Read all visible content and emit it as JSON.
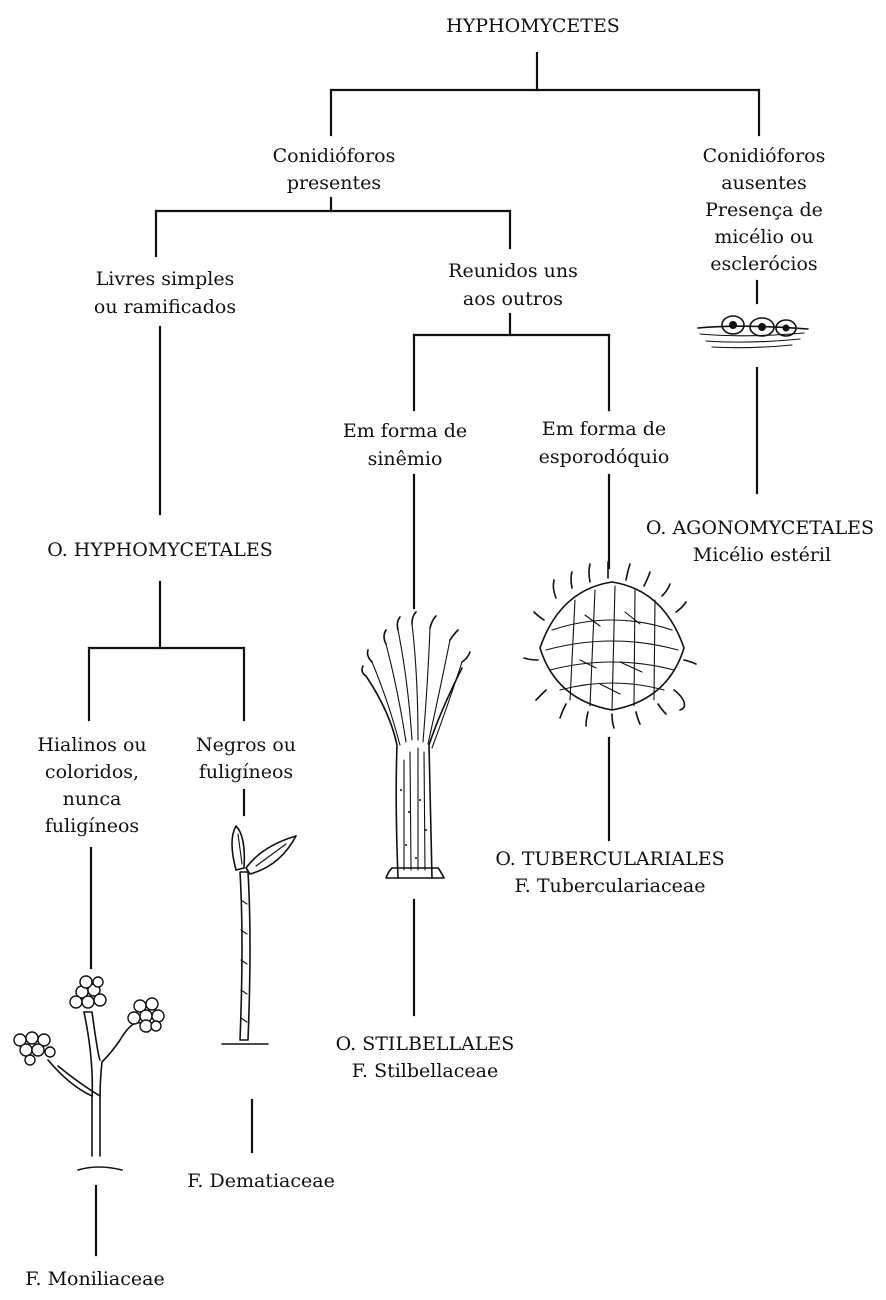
{
  "root": {
    "label": "HYPHOMYCETES"
  },
  "branch_present": {
    "lines": [
      "Conidióforos",
      "presentes"
    ]
  },
  "branch_absent": {
    "lines": [
      "Conidióforos",
      "ausentes",
      "Presença de",
      "micélio ou",
      "esclerócios"
    ]
  },
  "free": {
    "lines": [
      "Livres simples",
      "ou ramificados"
    ]
  },
  "grouped": {
    "lines": [
      "Reunidos uns",
      "aos outros"
    ]
  },
  "synnema": {
    "lines": [
      "Em forma de",
      "sinêmio"
    ]
  },
  "sporodochium": {
    "lines": [
      "Em forma de",
      "esporodóquio"
    ]
  },
  "agonomycetales": {
    "lines": [
      "O. AGONOMYCETALES",
      "Micélio estéril"
    ]
  },
  "hyphomycetales": {
    "label": "O. HYPHOMYCETALES"
  },
  "hyaline": {
    "lines": [
      "Hialinos ou",
      "coloridos,",
      "nunca",
      "fuligíneos"
    ]
  },
  "dark": {
    "lines": [
      "Negros ou",
      "fuligíneos"
    ]
  },
  "tuberculariales": {
    "lines": [
      "O. TUBERCULARIALES",
      "F. Tuberculariaceae"
    ]
  },
  "stilbellales": {
    "lines": [
      "O. STILBELLALES",
      "F. Stilbellaceae"
    ]
  },
  "dematiaceae": {
    "label": "F. Dematiaceae"
  },
  "moniliaceae": {
    "label": "F. Moniliaceae"
  }
}
